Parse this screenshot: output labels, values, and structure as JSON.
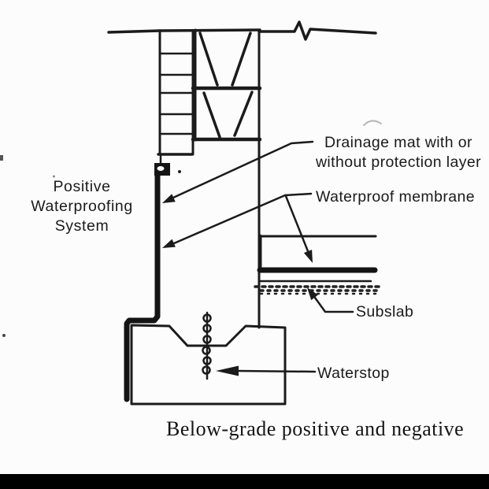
{
  "figure": {
    "type": "waterproofing-section-diagram",
    "background_color": "#fdfcfc",
    "ink_color": "#1a1a1a",
    "bottom_bar_color": "#000000"
  },
  "labels": {
    "positive_system": {
      "line1": "Positive",
      "line2": "Waterproofing",
      "line3": "System"
    },
    "drainage_mat": {
      "line1": "Drainage mat with or",
      "line2": "without protection layer"
    },
    "waterproof_membrane": "Waterproof membrane",
    "subslab": "Subslab",
    "waterstop": "Waterstop"
  },
  "caption": "Below-grade positive and negative"
}
